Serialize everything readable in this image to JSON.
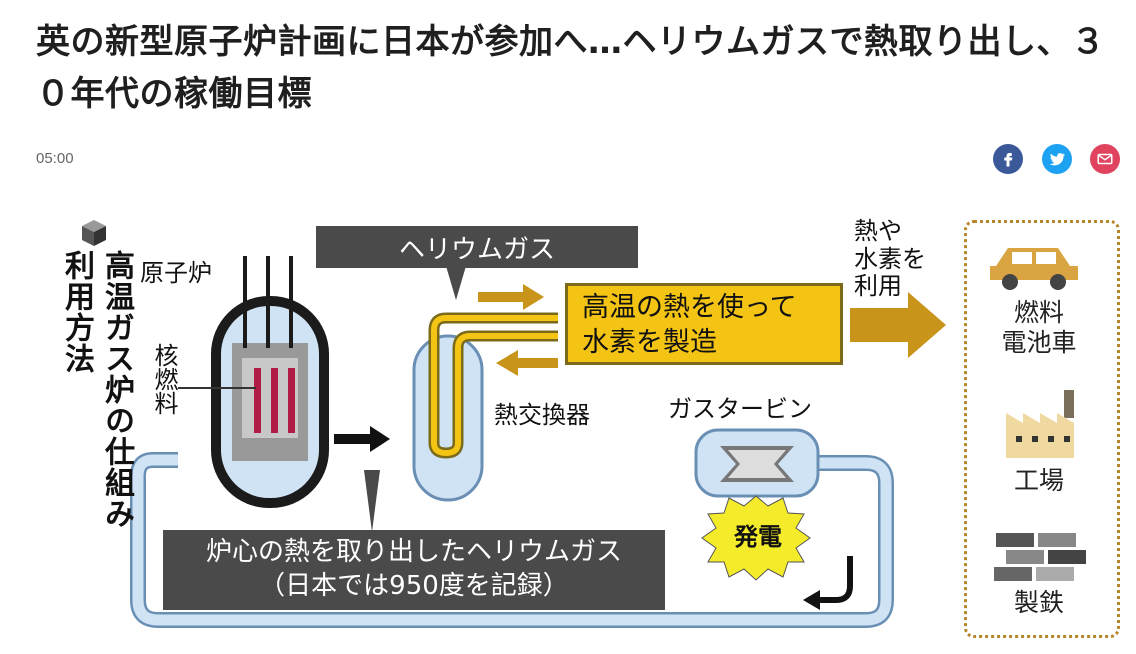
{
  "article": {
    "title": "英の新型原子炉計画に日本が参加へ…ヘリウムガスで熱取り出し、３０年代の稼働目標",
    "time": "05:00"
  },
  "share": {
    "facebook_icon": "facebook-icon",
    "twitter_icon": "twitter-icon",
    "mail_icon": "mail-icon"
  },
  "figure": {
    "heading_line1": "高温ガス炉の仕組み",
    "heading_line2": "利用方法",
    "reactor_label": "原子炉",
    "fuel_label": "核燃料",
    "helium_label": "ヘリウムガス",
    "hydrogen_line1": "高温の熱を使って",
    "hydrogen_line2": "水素を製造",
    "exchanger_label": "熱交換器",
    "turbine_label": "ガスタービン",
    "power_label": "発電",
    "core_line1": "炉心の熱を取り出したヘリウムガス",
    "core_line2": "（日本では950度を記録）",
    "use_label_line1": "熱や",
    "use_label_line2": "水素を",
    "use_label_line3": "利用",
    "uses": [
      {
        "line1": "燃料",
        "line2": "電池車",
        "icon": "car-icon"
      },
      {
        "line1": "工場",
        "line2": "",
        "icon": "factory-icon"
      },
      {
        "line1": "製鉄",
        "line2": "",
        "icon": "steel-icon"
      }
    ],
    "colors": {
      "pipe": "#cfe3f5",
      "pipe_stroke": "#6a8fb5",
      "helium_box": "#4a4a4a",
      "hydrogen_box": "#f4c414",
      "arrow_gold": "#c9941a",
      "fuel_rod": "#b01c45"
    }
  }
}
